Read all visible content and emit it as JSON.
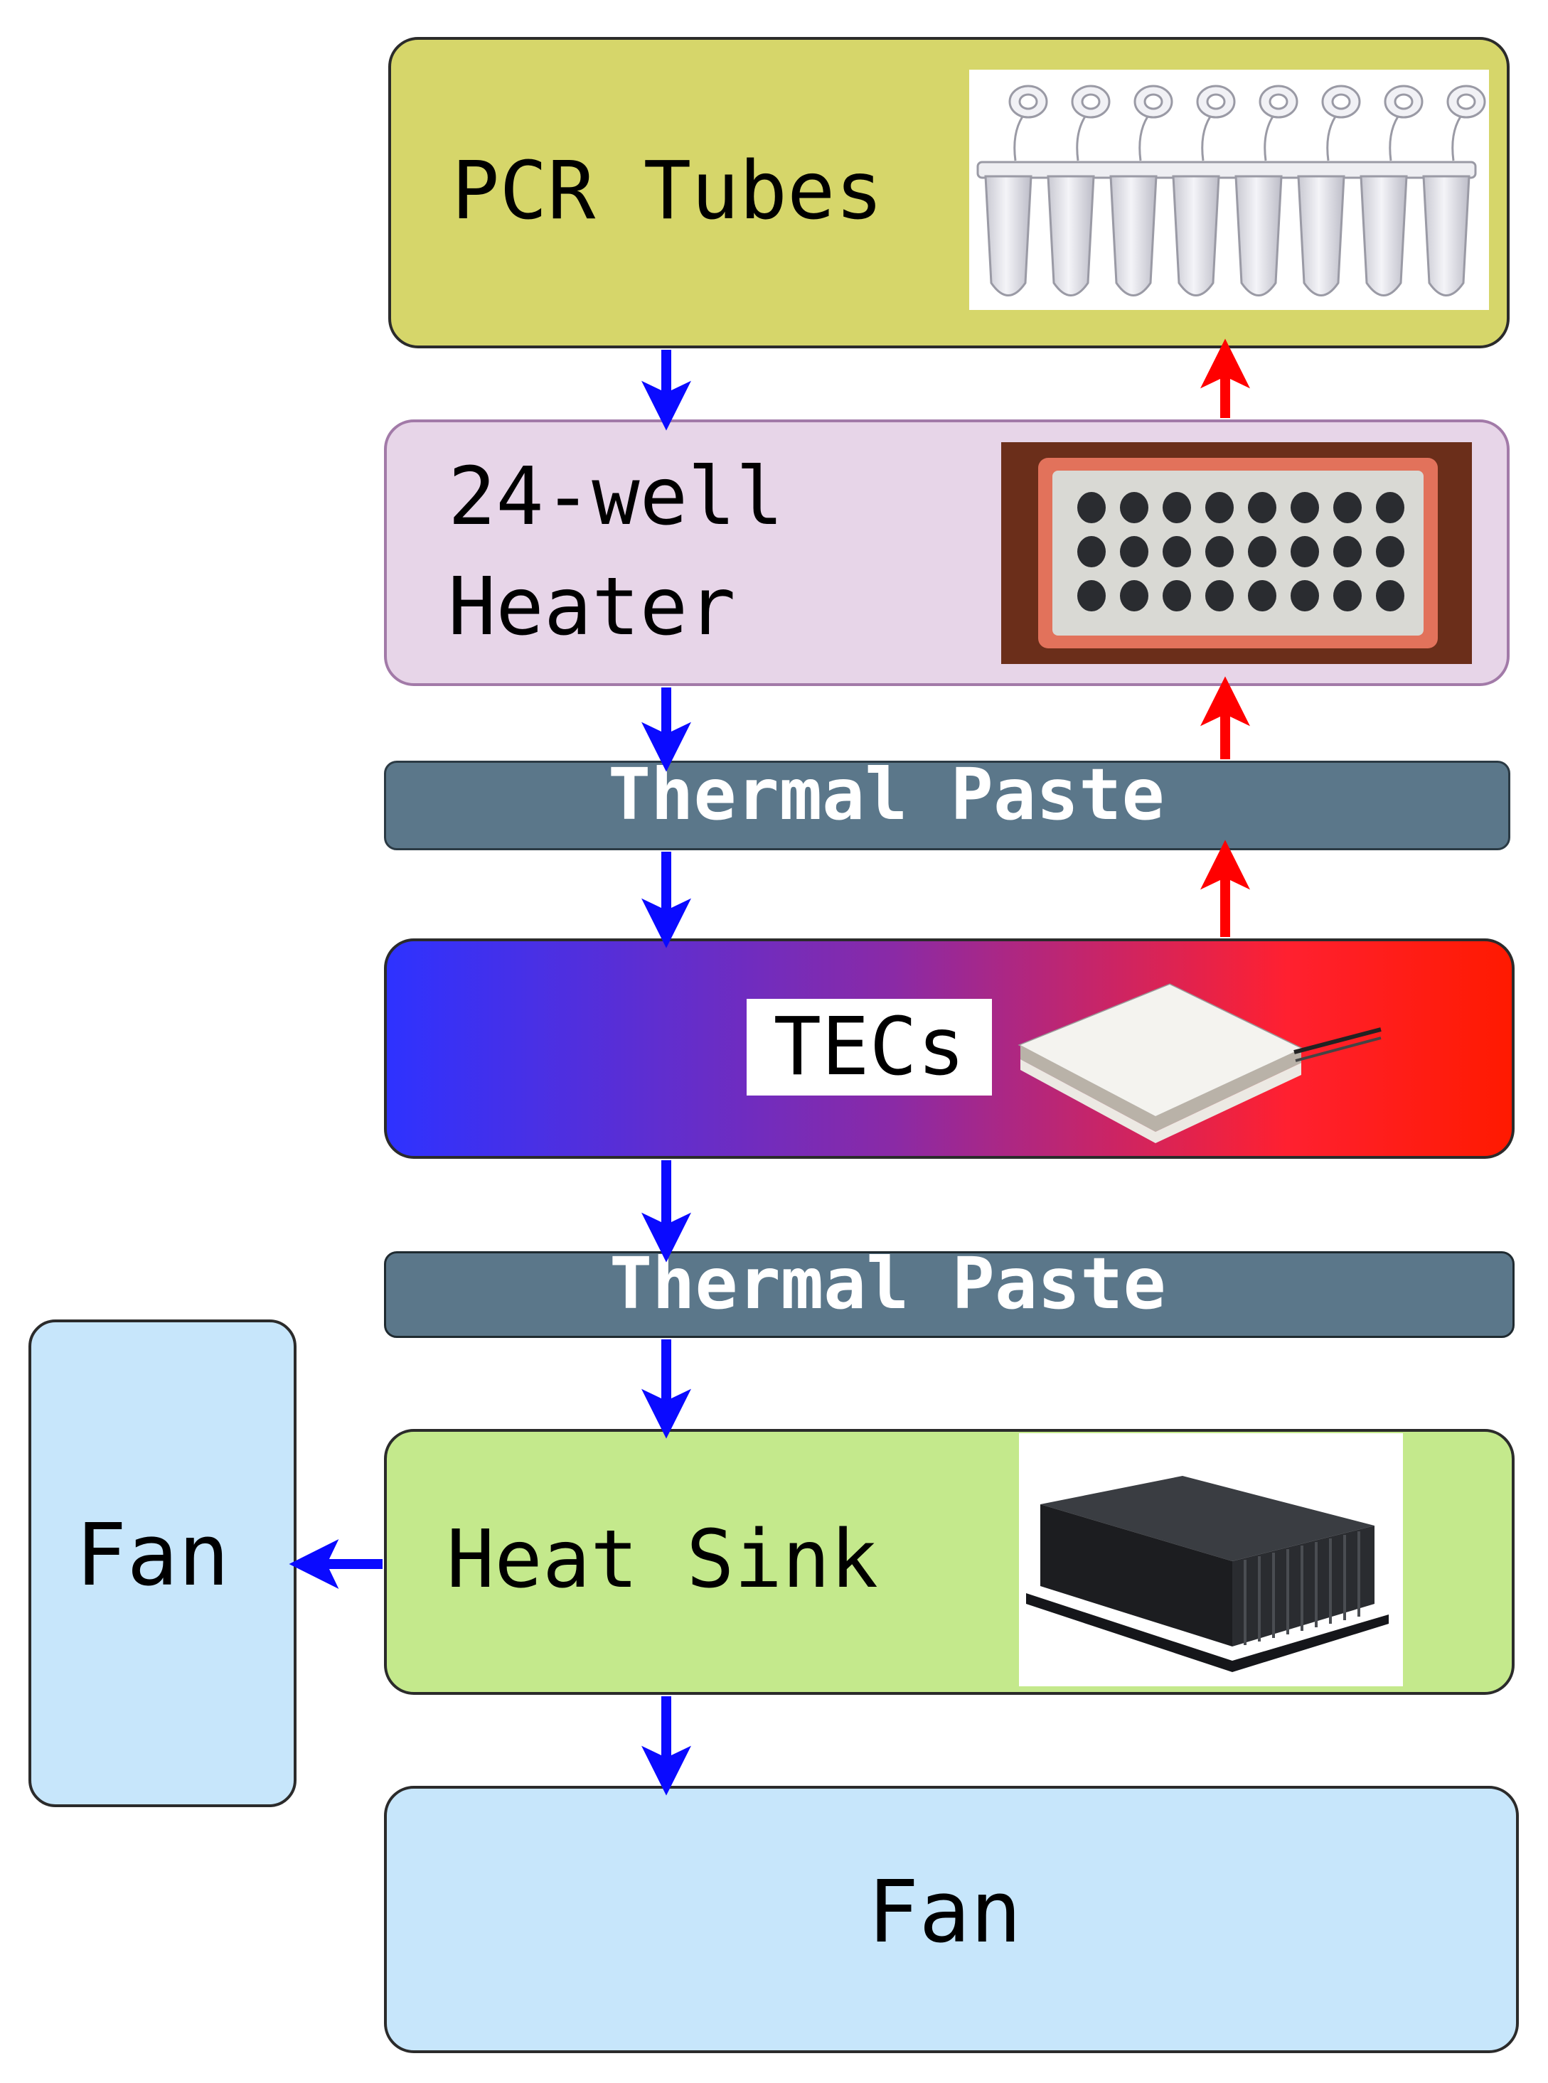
{
  "labels": {
    "pcr_tubes": "PCR Tubes",
    "heater_line1": "24-well",
    "heater_line2": "Heater",
    "thermal_paste_top": "Thermal Paste",
    "tecs": "TECs",
    "thermal_paste_bottom": "Thermal Paste",
    "heat_sink": "Heat Sink",
    "fan_side": "Fan",
    "fan_bottom": "Fan"
  },
  "colors": {
    "pcr_tubes_fill": "#d6d66a",
    "heater_fill": "#e7d5e8",
    "heater_border": "#a27aa8",
    "thermal_paste_fill": "#5b778a",
    "tec_gradient_start": "#2e32ff",
    "tec_gradient_end": "#ff1a00",
    "heat_sink_fill": "#c4e98c",
    "fan_fill": "#c7e6fb",
    "cold_arrow": "#0a0aff",
    "hot_arrow": "#ff0000"
  },
  "images": {
    "pcr_tubes": "pcr-tube-strip-photo",
    "heater": "24-well-heater-block-photo",
    "tec": "thermoelectric-module-photo",
    "heat_sink": "heat-sink-photo"
  }
}
